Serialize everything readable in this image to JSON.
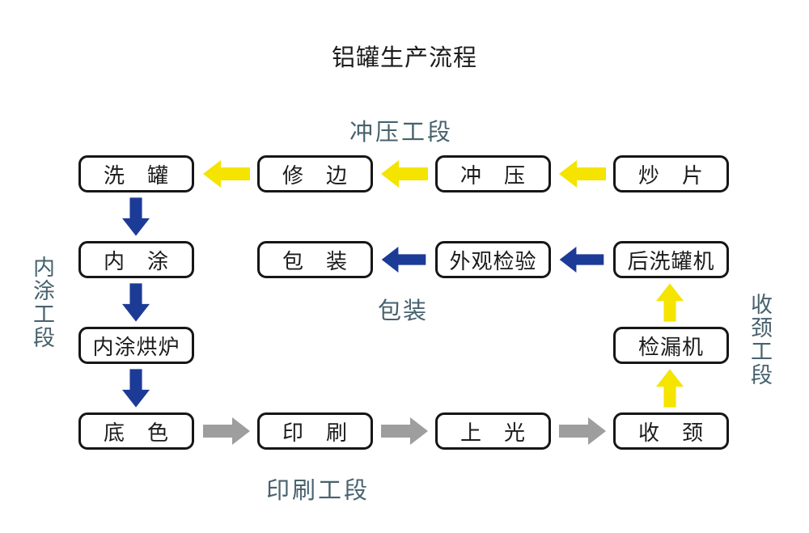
{
  "title": "铝罐生产流程",
  "section_labels": {
    "stamping": "冲压工段",
    "inner_coating": "内涂工段",
    "packing": "包装",
    "necking": "收颈工段",
    "printing": "印刷工段"
  },
  "boxes": {
    "wash_can": "洗　罐",
    "trim": "修　边",
    "stamp": "冲　压",
    "fry_sheet": "炒　片",
    "inner_coat": "内　涂",
    "pack": "包　装",
    "visual_inspect": "外观检验",
    "post_washer": "后洗罐机",
    "inner_coat_oven": "内涂烘炉",
    "leak_tester": "检漏机",
    "base_color": "底　色",
    "print": "印　刷",
    "varnish": "上　光",
    "neck": "收　颈"
  },
  "connections": [
    {
      "from": "炒片",
      "to": "冲压",
      "color": "yellow",
      "direction": "left"
    },
    {
      "from": "冲压",
      "to": "修边",
      "color": "yellow",
      "direction": "left"
    },
    {
      "from": "修边",
      "to": "洗罐",
      "color": "yellow",
      "direction": "left"
    },
    {
      "from": "洗罐",
      "to": "内涂",
      "color": "blue",
      "direction": "down"
    },
    {
      "from": "内涂",
      "to": "内涂烘炉",
      "color": "blue",
      "direction": "down"
    },
    {
      "from": "内涂烘炉",
      "to": "底色",
      "color": "blue",
      "direction": "down"
    },
    {
      "from": "底色",
      "to": "印刷",
      "color": "gray",
      "direction": "right"
    },
    {
      "from": "印刷",
      "to": "上光",
      "color": "gray",
      "direction": "right"
    },
    {
      "from": "上光",
      "to": "收颈",
      "color": "gray",
      "direction": "right"
    },
    {
      "from": "收颈",
      "to": "检漏机",
      "color": "yellow",
      "direction": "up"
    },
    {
      "from": "检漏机",
      "to": "后洗罐机",
      "color": "yellow",
      "direction": "up"
    },
    {
      "from": "后洗罐机",
      "to": "外观检验",
      "color": "blue",
      "direction": "left"
    },
    {
      "from": "外观检验",
      "to": "包装",
      "color": "blue",
      "direction": "left"
    }
  ],
  "colors": {
    "background": "#ffffff",
    "box_border": "#161616",
    "box_text": "#1b1b1b",
    "label_teal": "#47626e",
    "arrow_yellow": "#f4e400",
    "arrow_blue": "#1c3b97",
    "arrow_gray": "#9e9e9e"
  }
}
